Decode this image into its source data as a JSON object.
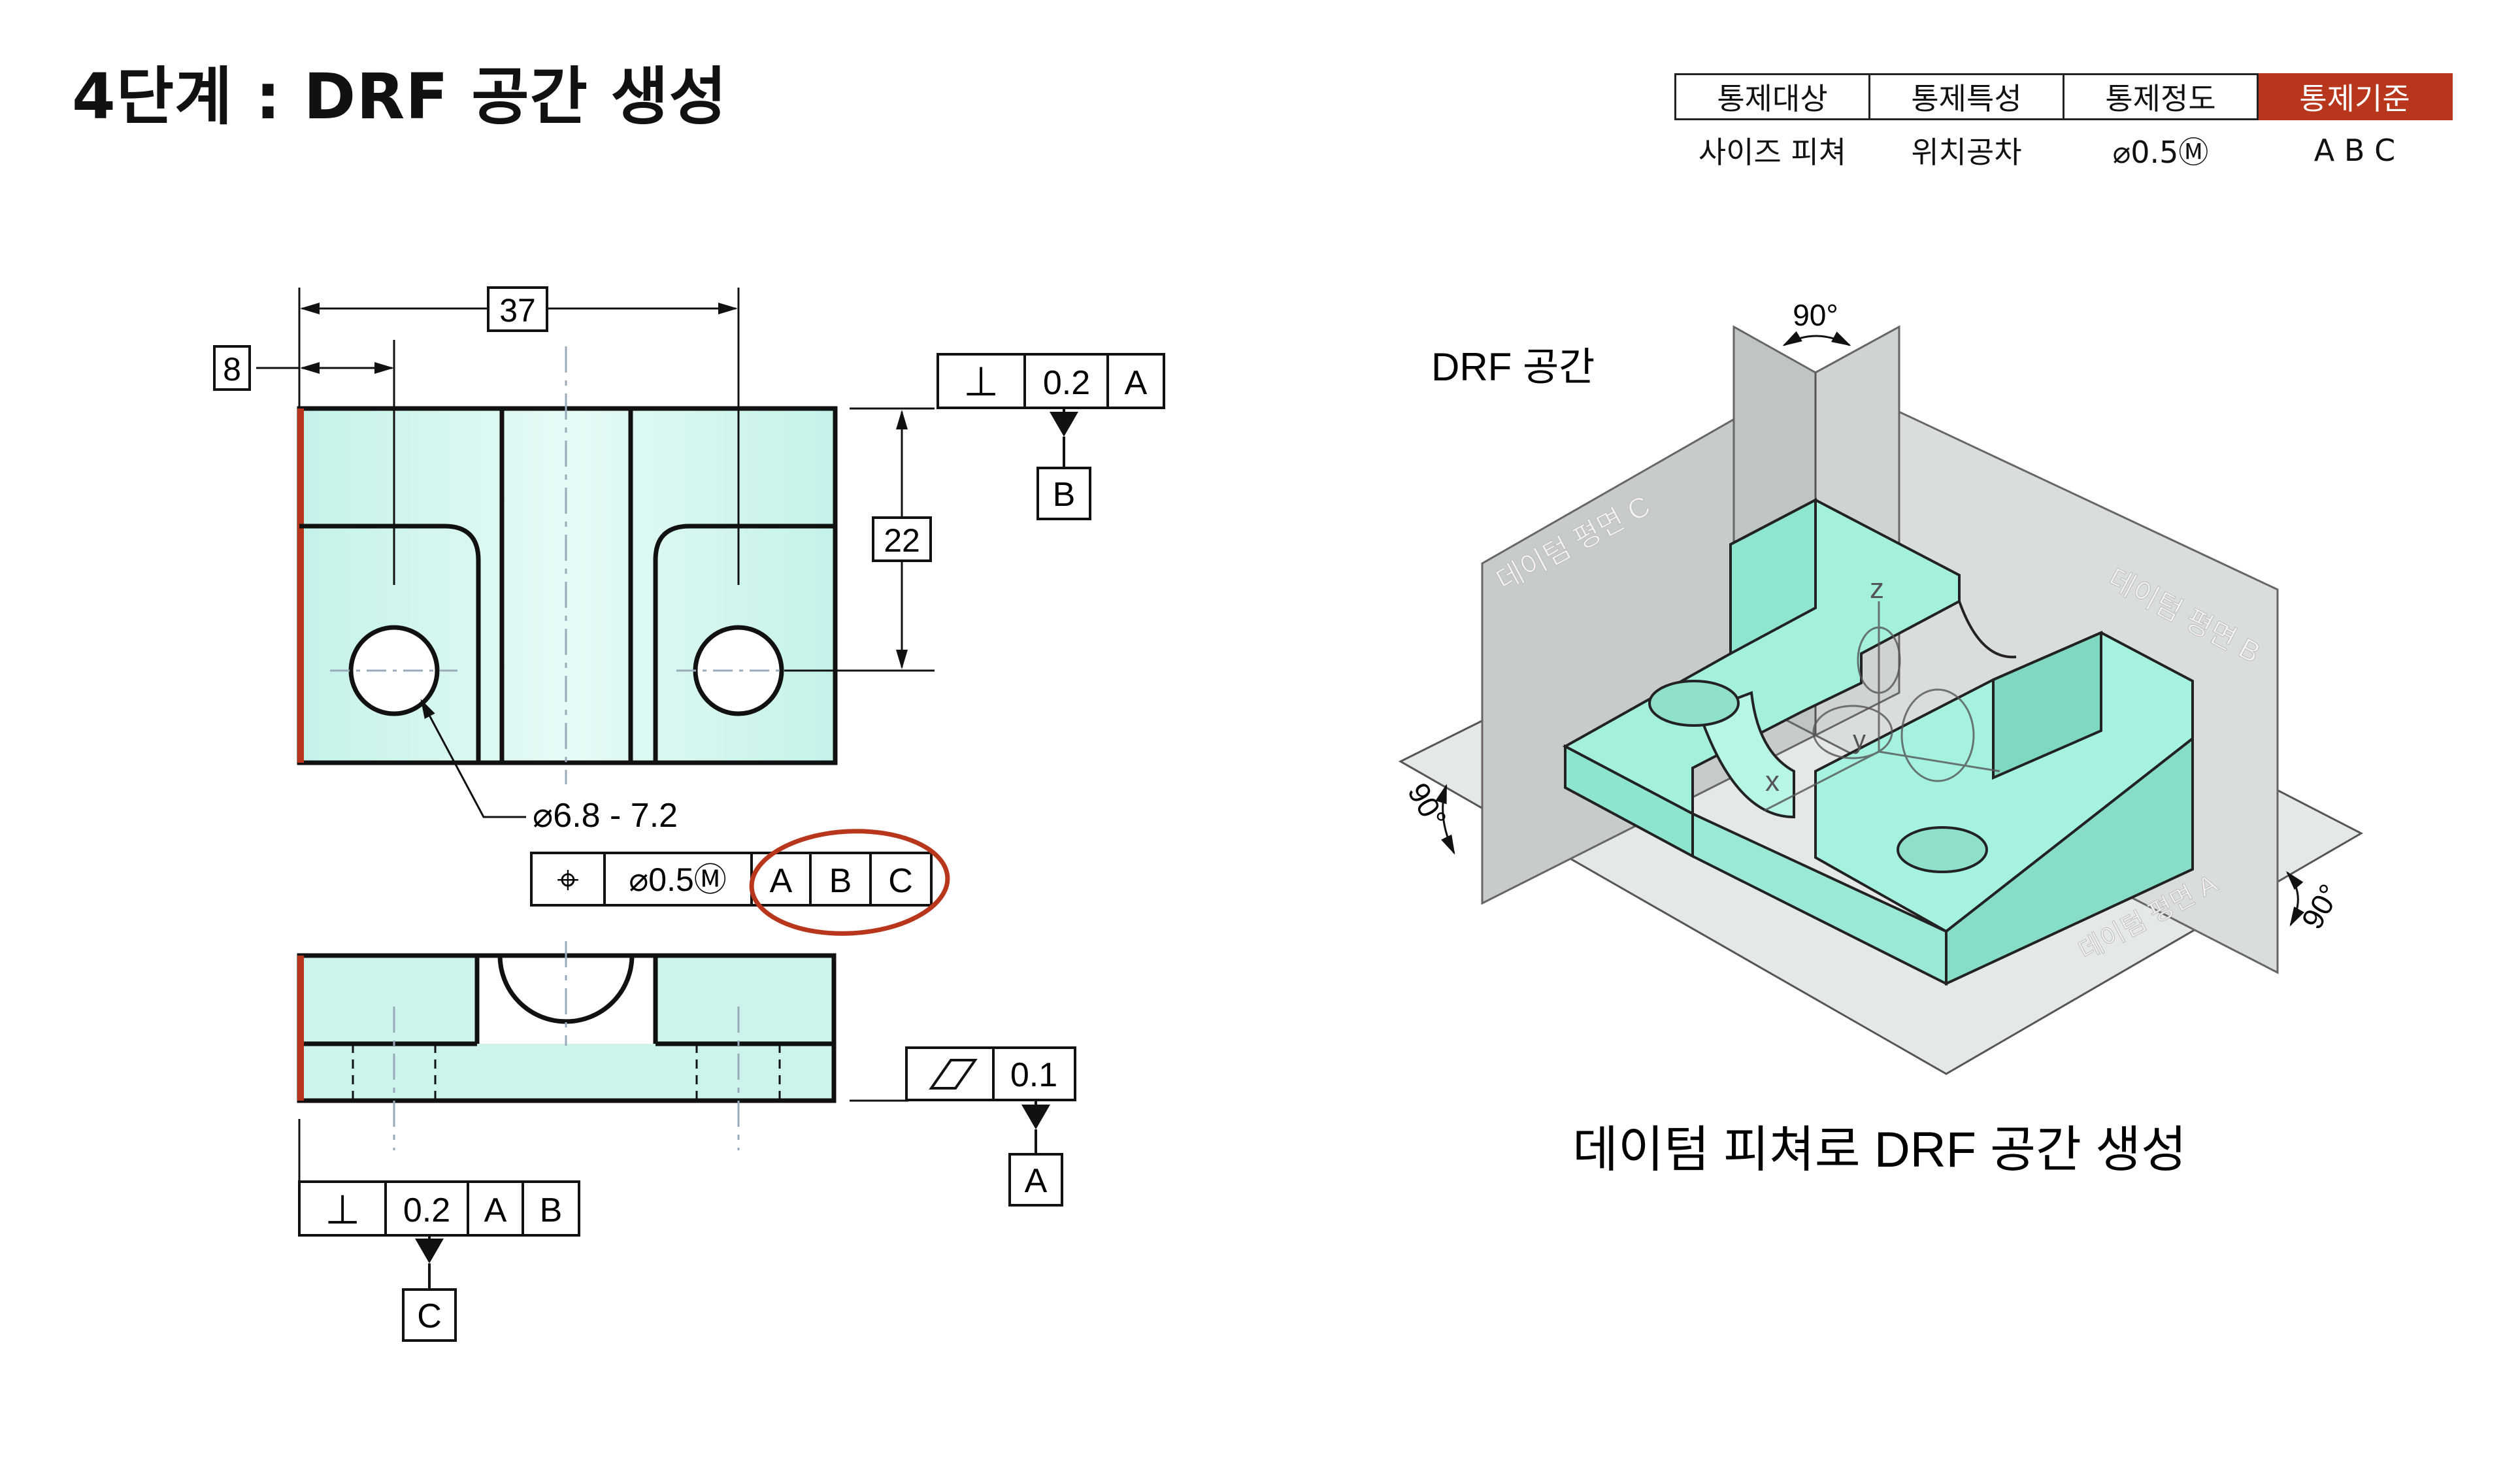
{
  "title": "4단계 : DRF 공간 생성",
  "control_table": {
    "headers": [
      "통제대상",
      "통제특성",
      "통제정도",
      "통제기준"
    ],
    "values": [
      "사이즈 피쳐",
      "위치공차",
      "⌀0.5Ⓜ",
      "A B C"
    ],
    "active_index": 3,
    "active_color": "#b8371c"
  },
  "drawing": {
    "dim_37": "37",
    "dim_8": "8",
    "dim_22": "22",
    "hole_spec": "⌀6.8 - 7.2",
    "fcf_perp_top": {
      "symbol": "⊥",
      "tolerance": "0.2",
      "datum": "A"
    },
    "datum_b": "B",
    "fcf_position": {
      "symbol": "⌖",
      "tolerance": "⌀0.5Ⓜ",
      "datums": [
        "A",
        "B",
        "C"
      ]
    },
    "fcf_flat": {
      "symbol": "▱",
      "tolerance": "0.1"
    },
    "datum_a": "A",
    "fcf_perp_bottom": {
      "symbol": "⊥",
      "tolerance": "0.2",
      "datums": [
        "A",
        "B"
      ]
    },
    "datum_c": "C"
  },
  "iso": {
    "label": "DRF 공간",
    "angle": "90°",
    "plane_a": "데이텀 평면 A",
    "plane_b": "데이텀 평면 B",
    "plane_c": "데이텀 평면 C",
    "axis_x": "x",
    "axis_y": "y",
    "axis_z": "z",
    "caption": "데이텀 피쳐로 DRF 공간 생성"
  },
  "colors": {
    "part_fill": "#ccf4ec",
    "iso_part": "#9ef0dc",
    "highlight": "#b8371c",
    "plane_gray": "#c9cfcb"
  }
}
